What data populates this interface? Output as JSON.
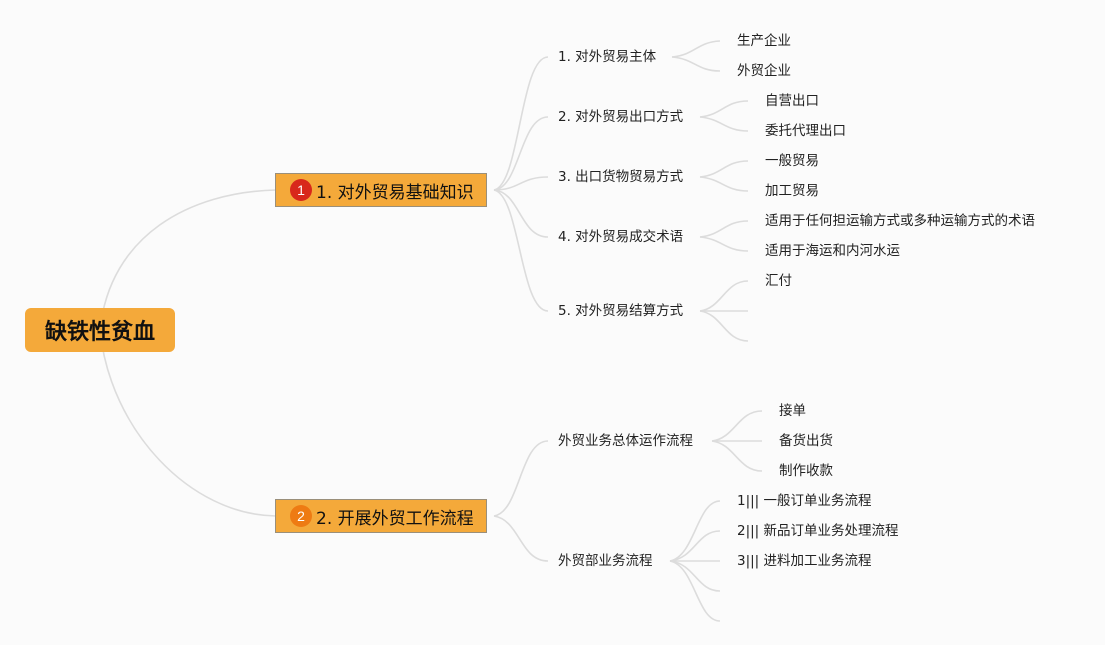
{
  "root": {
    "title": "缺铁性贫血"
  },
  "branches": [
    {
      "badge": "1",
      "title": "1. 对外贸易基础知识",
      "children": [
        {
          "title": "1. 对外贸易主体",
          "children": [
            "生产企业",
            "外贸企业"
          ]
        },
        {
          "title": "2. 对外贸易出口方式",
          "children": [
            "自营出口",
            "委托代理出口"
          ]
        },
        {
          "title": "3. 出口货物贸易方式",
          "children": [
            "一般贸易",
            "加工贸易"
          ]
        },
        {
          "title": "4. 对外贸易成交术语",
          "children": [
            "适用于任何担运输方式或多种运输方式的术语",
            "适用于海运和内河水运"
          ]
        },
        {
          "title": "5. 对外贸易结算方式",
          "children": [
            "汇付",
            "",
            ""
          ]
        }
      ]
    },
    {
      "badge": "2",
      "title": "2. 开展外贸工作流程",
      "children": [
        {
          "title": "外贸业务总体运作流程",
          "children": [
            "接单",
            "备货出货",
            "制作收款"
          ]
        },
        {
          "title": "外贸部业务流程",
          "children": [
            "1||| 一般订单业务流程",
            "2||| 新品订单业务处理流程",
            "3||| 进料加工业务流程",
            "",
            ""
          ]
        }
      ]
    }
  ],
  "colors": {
    "node_fill": "#f4a93a",
    "badge_1": "#d8281b",
    "badge_2": "#ee7b13",
    "connector": "#dcdcdc"
  }
}
